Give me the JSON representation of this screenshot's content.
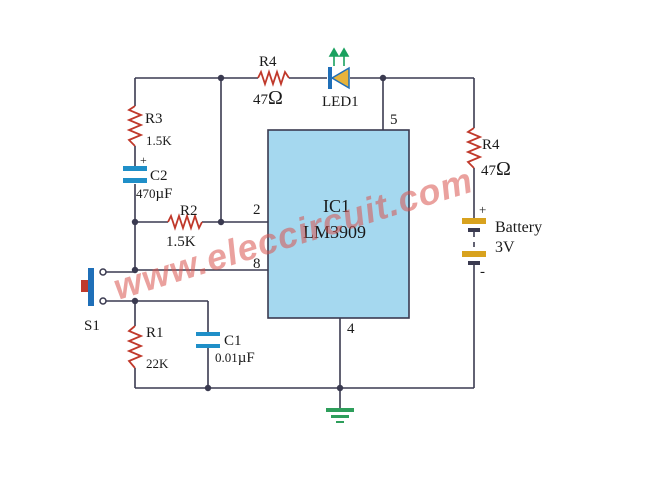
{
  "watermark": "www.eleccircuit.com",
  "colors": {
    "wire": "#3a3a50",
    "ic_fill": "#a5d8ef",
    "resistor": "#c0392b",
    "cap_plate": "#1f8fc8",
    "battery_plate": "#d8a21e",
    "led": "#1f6fb8",
    "led_arrows": "#1aa15f",
    "ground": "#2e9e5b",
    "watermark": "#d9534f"
  },
  "ic": {
    "name": "IC1",
    "part": "LM3909",
    "pins": {
      "p2": "2",
      "p4": "4",
      "p5": "5",
      "p8": "8"
    }
  },
  "r4_top": {
    "name": "R4",
    "value": "47",
    "unit": "Ω"
  },
  "led1": {
    "name": "LED1"
  },
  "r3": {
    "name": "R3",
    "value": "1.5K"
  },
  "c2": {
    "name": "C2",
    "value": "470",
    "unit": "µF",
    "polarity": "+"
  },
  "r2": {
    "name": "R2",
    "value": "1.5K"
  },
  "s1": {
    "name": "S1"
  },
  "r1": {
    "name": "R1",
    "value": "22K"
  },
  "c1": {
    "name": "C1",
    "value": "0.01",
    "unit": "µF"
  },
  "r4_right": {
    "name": "R4",
    "value": "47",
    "unit": "Ω"
  },
  "battery": {
    "name": "Battery",
    "voltage": "3V",
    "plus": "+",
    "minus": "-"
  }
}
